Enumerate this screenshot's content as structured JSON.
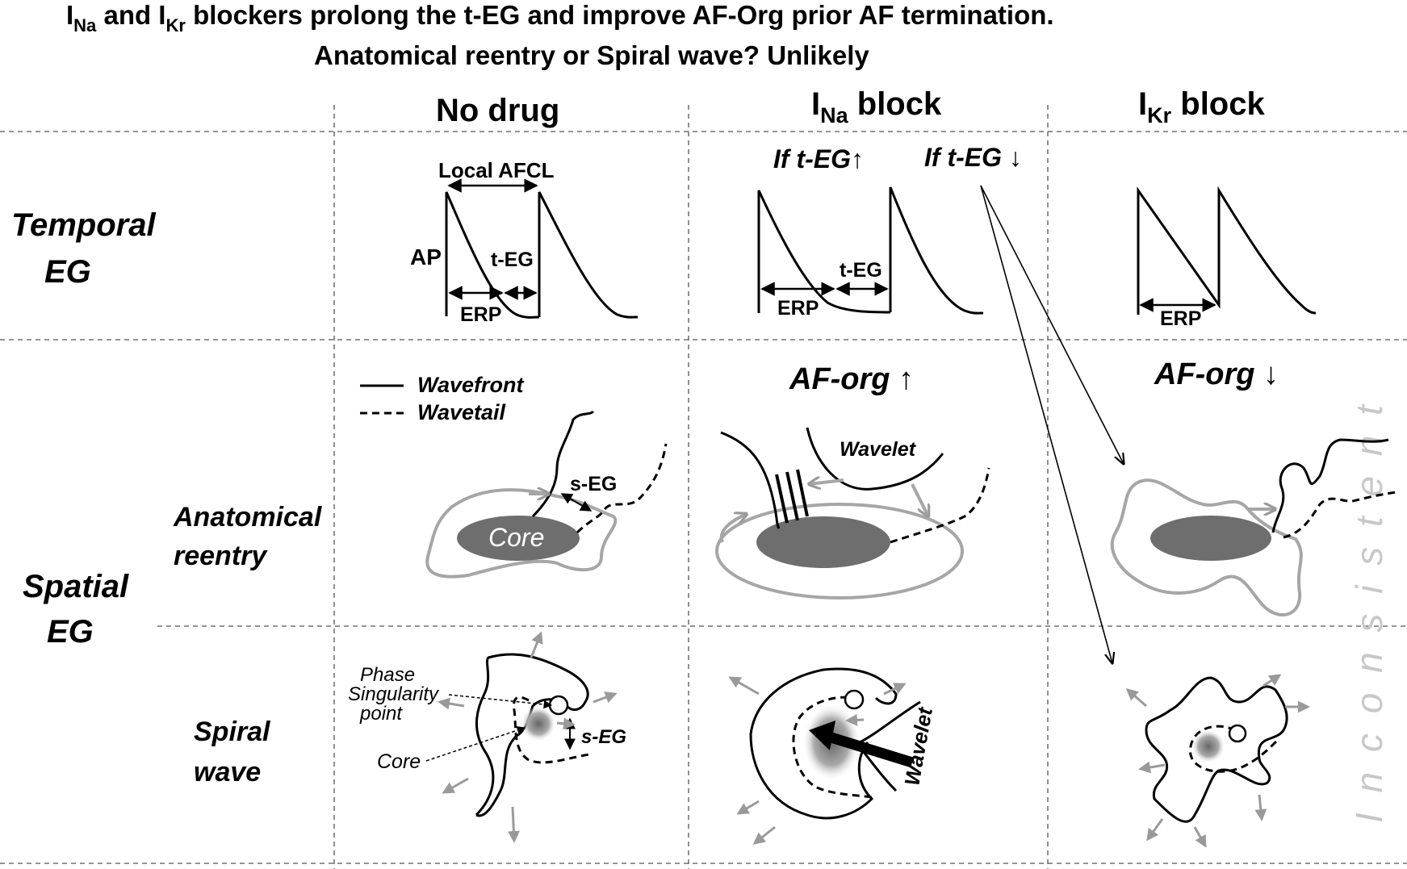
{
  "title": {
    "line1": {
      "p1": "I",
      "s1": "Na",
      "p2": " and I",
      "s2": "Kr",
      "p3": " blockers prolong the t-EG and improve AF-Org prior AF termination."
    },
    "line2": "Anatomical reentry or Spiral wave? Unlikely"
  },
  "columns": {
    "no_drug": "No drug",
    "ina_block": {
      "main": "I",
      "sub": "Na",
      "rest": " block"
    },
    "ikr_block": {
      "main": "I",
      "sub": "Kr",
      "rest": " block"
    }
  },
  "rows": {
    "temporal": [
      "Temporal",
      "EG"
    ],
    "spatial": [
      "Spatial",
      "EG"
    ],
    "anatomical": [
      "Anatomical",
      "reentry"
    ],
    "spiral": [
      "Spiral",
      "wave"
    ]
  },
  "temporal_panel": {
    "local_afcl": "Local AFCL",
    "ap": "AP",
    "t_eg": "t-EG",
    "erp": "ERP",
    "if_up": "If t-EG↑",
    "if_down": "If t-EG ↓",
    "t_eg_2": "t-EG",
    "erp_2": "ERP",
    "erp_3": "ERP"
  },
  "spatial_panel": {
    "legend_wavefront": "Wavefront",
    "legend_wavetail": "Wavetail",
    "s_eg": "s-EG",
    "core": "Core",
    "af_org_up": "AF-org ↑",
    "af_org_down": "AF-org ↓",
    "wavelet": "Wavelet",
    "phase_singularity": [
      "Phase",
      "Singularity",
      "point"
    ],
    "core_label": "Core",
    "s_eg_2": "s-EG",
    "wavelet_2": "Wavelet"
  },
  "side_label": "I n c o n s i s t e n t",
  "colors": {
    "line": "#000000",
    "gray": "#a6a6a6",
    "core_fill": "#6e6e6e",
    "side_text": "#c8c8c8"
  }
}
